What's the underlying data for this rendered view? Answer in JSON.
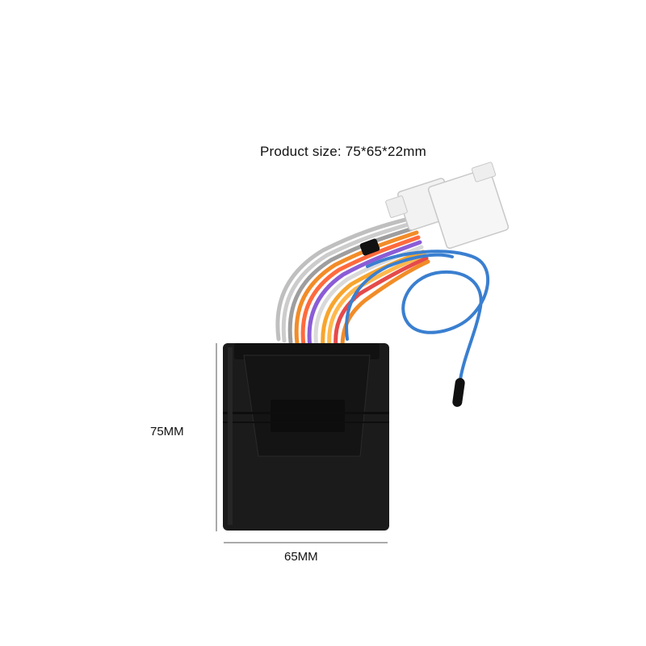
{
  "caption": "Product size: 75*65*22mm",
  "dimensions": {
    "height_label": "75MM",
    "width_label": "65MM"
  },
  "colors": {
    "module_body": "#1b1b1b",
    "sensor_wire": "#3a7fd0",
    "connector": "#f2f2f2",
    "background": "#ffffff"
  }
}
